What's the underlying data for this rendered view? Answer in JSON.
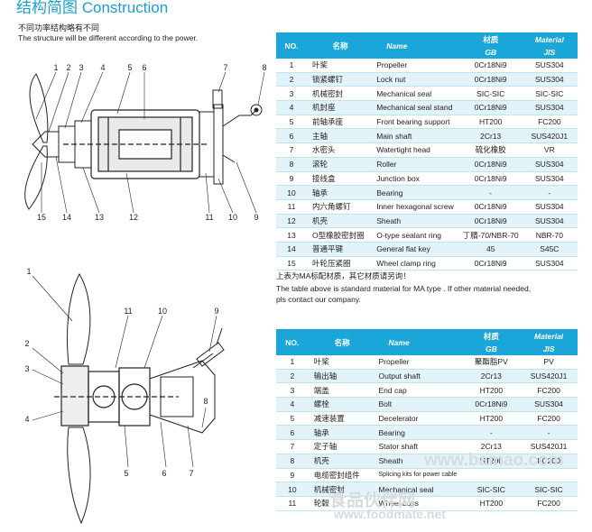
{
  "header": {
    "title": "结构简图 Construction",
    "subtitle_zh": "不同功率结构略有不同",
    "subtitle_en": "The structure will be different according to the power."
  },
  "drawing_top": {
    "callouts": [
      "1",
      "2",
      "3",
      "4",
      "5",
      "6",
      "7",
      "8",
      "9",
      "10",
      "11",
      "12",
      "13",
      "14",
      "15"
    ]
  },
  "drawing_bottom": {
    "callouts": [
      "1",
      "2",
      "3",
      "4",
      "5",
      "6",
      "7",
      "8",
      "9",
      "10",
      "11"
    ]
  },
  "table_1": {
    "headers": {
      "no": "NO.",
      "name_zh": "名称",
      "name_en": "Name",
      "material_zh": "材质",
      "material_en": "Material",
      "gb": "GB",
      "jis": "JIS"
    },
    "rows": [
      {
        "no": "1",
        "zh": "叶桨",
        "en": "Propeller",
        "gb": "0Cr18Ni9",
        "jis": "SUS304"
      },
      {
        "no": "2",
        "zh": "锁紧螺钉",
        "en": "Lock nut",
        "gb": "0Cr18Ni9",
        "jis": "SUS304"
      },
      {
        "no": "3",
        "zh": "机械密封",
        "en": "Mechanical seal",
        "gb": "SIC-SIC",
        "jis": "SIC-SIC"
      },
      {
        "no": "4",
        "zh": "机封座",
        "en": "Mechanical seal stand",
        "gb": "0Cr18Ni9",
        "jis": "SUS304"
      },
      {
        "no": "5",
        "zh": "前轴承座",
        "en": "Front bearing support",
        "gb": "HT200",
        "jis": "FC200"
      },
      {
        "no": "6",
        "zh": "主轴",
        "en": "Main shaft",
        "gb": "2Cr13",
        "jis": "SUS420J1"
      },
      {
        "no": "7",
        "zh": "水密头",
        "en": "Watertight head",
        "gb": "硫化橡胶",
        "jis": "VR"
      },
      {
        "no": "8",
        "zh": "滚轮",
        "en": "Roller",
        "gb": "0Cr18Ni9",
        "jis": "SUS304"
      },
      {
        "no": "9",
        "zh": "接线盒",
        "en": "Junction box",
        "gb": "0Cr18Ni9",
        "jis": "SUS304"
      },
      {
        "no": "10",
        "zh": "轴承",
        "en": "Bearing",
        "gb": "-",
        "jis": "-"
      },
      {
        "no": "11",
        "zh": "内六角螺钉",
        "en": "Inner hexagonal screw",
        "gb": "0Cr18Ni9",
        "jis": "SUS304"
      },
      {
        "no": "12",
        "zh": "机壳",
        "en": "Sheath",
        "gb": "0Cr18Ni9",
        "jis": "SUS304"
      },
      {
        "no": "13",
        "zh": "O型橡胶密封圈",
        "en": "O-type sealant ring",
        "gb": "丁腈-70/NBR-70",
        "jis": "NBR-70"
      },
      {
        "no": "14",
        "zh": "普通平键",
        "en": "General flat key",
        "gb": "45",
        "jis": "S45C"
      },
      {
        "no": "15",
        "zh": "叶轮压紧圈",
        "en": "Wheel clamp ring",
        "gb": "0Cr18Ni9",
        "jis": "SUS304"
      }
    ],
    "note_zh": "上表为MA标配材质，其它材质请另询！",
    "note_en_1": "The table above is standard material for MA type . If other material needed,",
    "note_en_2": "pls contact our company."
  },
  "table_2": {
    "headers": {
      "no": "NO.",
      "name_zh": "名称",
      "name_en": "Name",
      "material_zh": "材质",
      "material_en": "Material",
      "gb": "GB",
      "jis": "JIS"
    },
    "rows": [
      {
        "no": "1",
        "zh": "叶桨",
        "en": "Propeller",
        "gb": "聚酯脂PV",
        "jis": "PV"
      },
      {
        "no": "2",
        "zh": "输出轴",
        "en": "Output shaft",
        "gb": "2Cr13",
        "jis": "SUS420J1"
      },
      {
        "no": "3",
        "zh": "端盖",
        "en": "End cap",
        "gb": "HT200",
        "jis": "FC200"
      },
      {
        "no": "4",
        "zh": "螺栓",
        "en": "Bolt",
        "gb": "0Cr18Ni9",
        "jis": "SUS304"
      },
      {
        "no": "5",
        "zh": "减速装置",
        "en": "Decelerator",
        "gb": "HT200",
        "jis": "FC200"
      },
      {
        "no": "6",
        "zh": "轴承",
        "en": "Bearing",
        "gb": "-",
        "jis": "-"
      },
      {
        "no": "7",
        "zh": "定子轴",
        "en": "Stator shaft",
        "gb": "2Cr13",
        "jis": "SUS420J1"
      },
      {
        "no": "8",
        "zh": "机壳",
        "en": "Sheath",
        "gb": "HT200",
        "jis": "FC200"
      },
      {
        "no": "9",
        "zh": "电缆密封组件",
        "en": "Splicing kits for power cable",
        "gb": "",
        "jis": ""
      },
      {
        "no": "10",
        "zh": "机械密封",
        "en": "Mechanical seal",
        "gb": "SIC-SIC",
        "jis": "SIC-SIC"
      },
      {
        "no": "11",
        "zh": "轮毂",
        "en": "Wheel boss",
        "gb": "HT200",
        "jis": "FC200"
      }
    ]
  },
  "watermarks": {
    "line1": "www.bamao.com",
    "line2": "食品伙伴网",
    "line3": "www.foodmate.net"
  },
  "colors": {
    "accent": "#1aa6d9",
    "row_alt": "#e3f3fa",
    "title": "#1a9fd0"
  }
}
